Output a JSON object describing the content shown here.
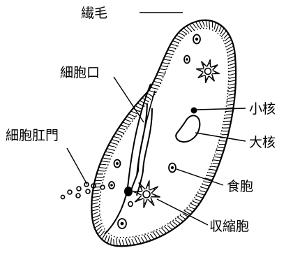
{
  "labels": {
    "cilia": "繊毛",
    "cytostome": "細胞口",
    "micronucleus": "小核",
    "macronucleus": "大核",
    "cytopyge": "細胞肛門",
    "food_vacuole": "食胞",
    "contractile_vacuole": "収縮胞"
  },
  "colors": {
    "ink": "#000000",
    "background": "#ffffff"
  }
}
